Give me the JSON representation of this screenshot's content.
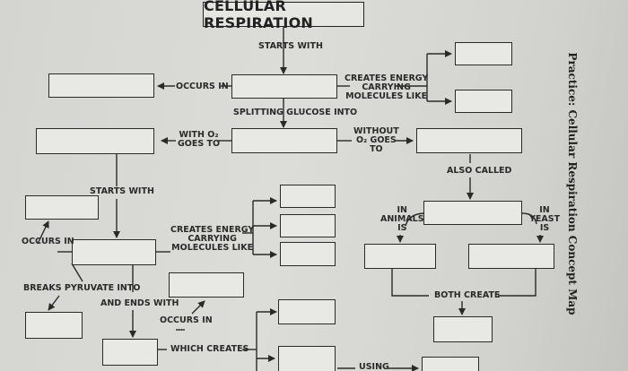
{
  "title": "CELLULAR RESPIRATION",
  "side_title": "Practice: Cellular Respiration Concept Map",
  "labels": {
    "starts_with_top": "STARTS WITH",
    "occurs_in_top": "OCCURS IN",
    "creates_energy_top": "CREATES ENERGY\nCARRYING\nMOLECULES LIKE",
    "splitting_glucose": "SPLITTING GLUCOSE INTO",
    "with_o2": "WITH O₂\nGOES TO",
    "without_o2": "WITHOUT\nO₂ GOES\nTO",
    "also_called": "ALSO CALLED",
    "starts_with_mid": "STARTS WITH",
    "occurs_in_mid": "OCCURS IN",
    "creates_energy_mid": "CREATES ENERGY\nCARRYING\nMOLECULES LIKE",
    "in_animals": "IN\nANIMALS\nIS",
    "in_yeast": "IN\nYEAST\nIS",
    "breaks_pyruvate": "BREAKS PYRUVATE INTO",
    "and_ends_with": "AND ENDS WITH",
    "occurs_in_low": "OCCURS IN",
    "both_create": "BOTH CREATE",
    "which_creates": "WHICH CREATES",
    "using": "USING"
  }
}
